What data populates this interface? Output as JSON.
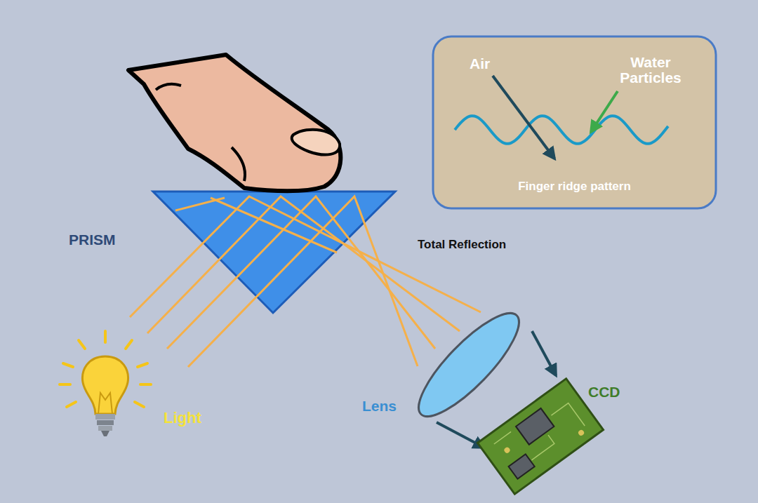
{
  "diagram": {
    "nodes": [
      {
        "text": [
          "Air",
          "Water Particles",
          "Finger ridge pattern"
        ]
      }
    ],
    "labels": [
      "PRISM",
      "Total Reflection",
      "Light",
      "Lens",
      "CCD"
    ]
  }
}
